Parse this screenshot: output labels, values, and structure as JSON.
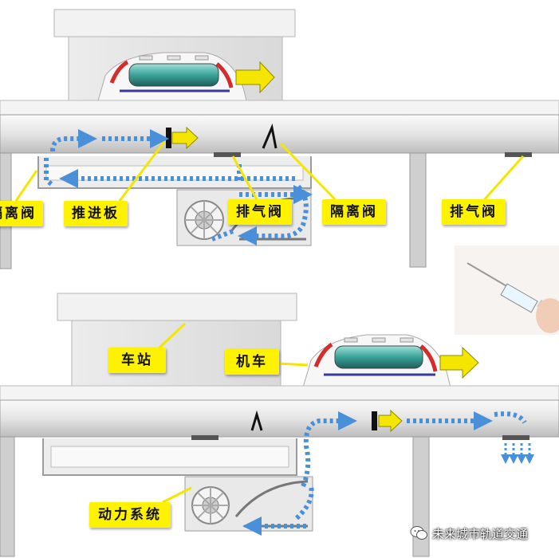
{
  "labels": {
    "isolation_valve_left": "隔离阀",
    "thrust_plate": "推进板",
    "exhaust_valve_mid": "排气阀",
    "isolation_valve_right": "隔离阀",
    "exhaust_valve_right": "排气阀",
    "station": "车站",
    "locomotive": "机车",
    "power_system": "动力系统"
  },
  "watermark": {
    "text": "未来城市轨道交通",
    "icon": "wechat-icon"
  },
  "colors": {
    "label_bg": "#fff200",
    "flow_arrow": "#4a90d9",
    "motion_arrow": "#f5e600",
    "train_red": "#d62b2b",
    "train_window": "#2f8f8a",
    "structure": "#e6e6e6"
  }
}
